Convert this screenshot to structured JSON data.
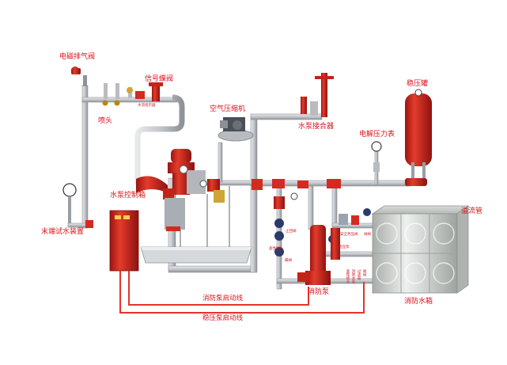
{
  "labels": {
    "solenoid_valve": "电磁排气阀",
    "signal_butterfly_valve": "信号蝶阀",
    "sprinkler_head": "喷头",
    "water_flow_indicator": "水流指示器",
    "air_compressor": "空气压缩机",
    "pump_adapter": "水泵接合器",
    "pressure_tank": "稳压罐",
    "electric_gauge": "电解压力表",
    "pump_control_box": "水泵控制箱",
    "end_test_device": "末端试水装置",
    "overflow_pipe": "溢流管",
    "fire_pump": "消防泵",
    "water_tank": "消防水箱",
    "pump_start_line": "消防泵启动线",
    "stabilizer_start_line": "稳压泵启动线",
    "check_valve": "止回阀",
    "soft_joint": "柔性接头",
    "butterfly_valve": "蝶阀",
    "stabilizer_pump": "稳压泵",
    "safety_valve": "安全泄压阀",
    "gate_valve": "闸阀",
    "vert_a": "柔性接头",
    "vert_b": "消防水泵",
    "vert_c": "过滤器",
    "vert_d": "闸阀"
  },
  "colors": {
    "label": "#d8141c",
    "pipe": "#c9ccd0",
    "pipe_edge": "#9a9ea4",
    "red_part": "#d42a20",
    "signal_line": "#e3342a"
  }
}
